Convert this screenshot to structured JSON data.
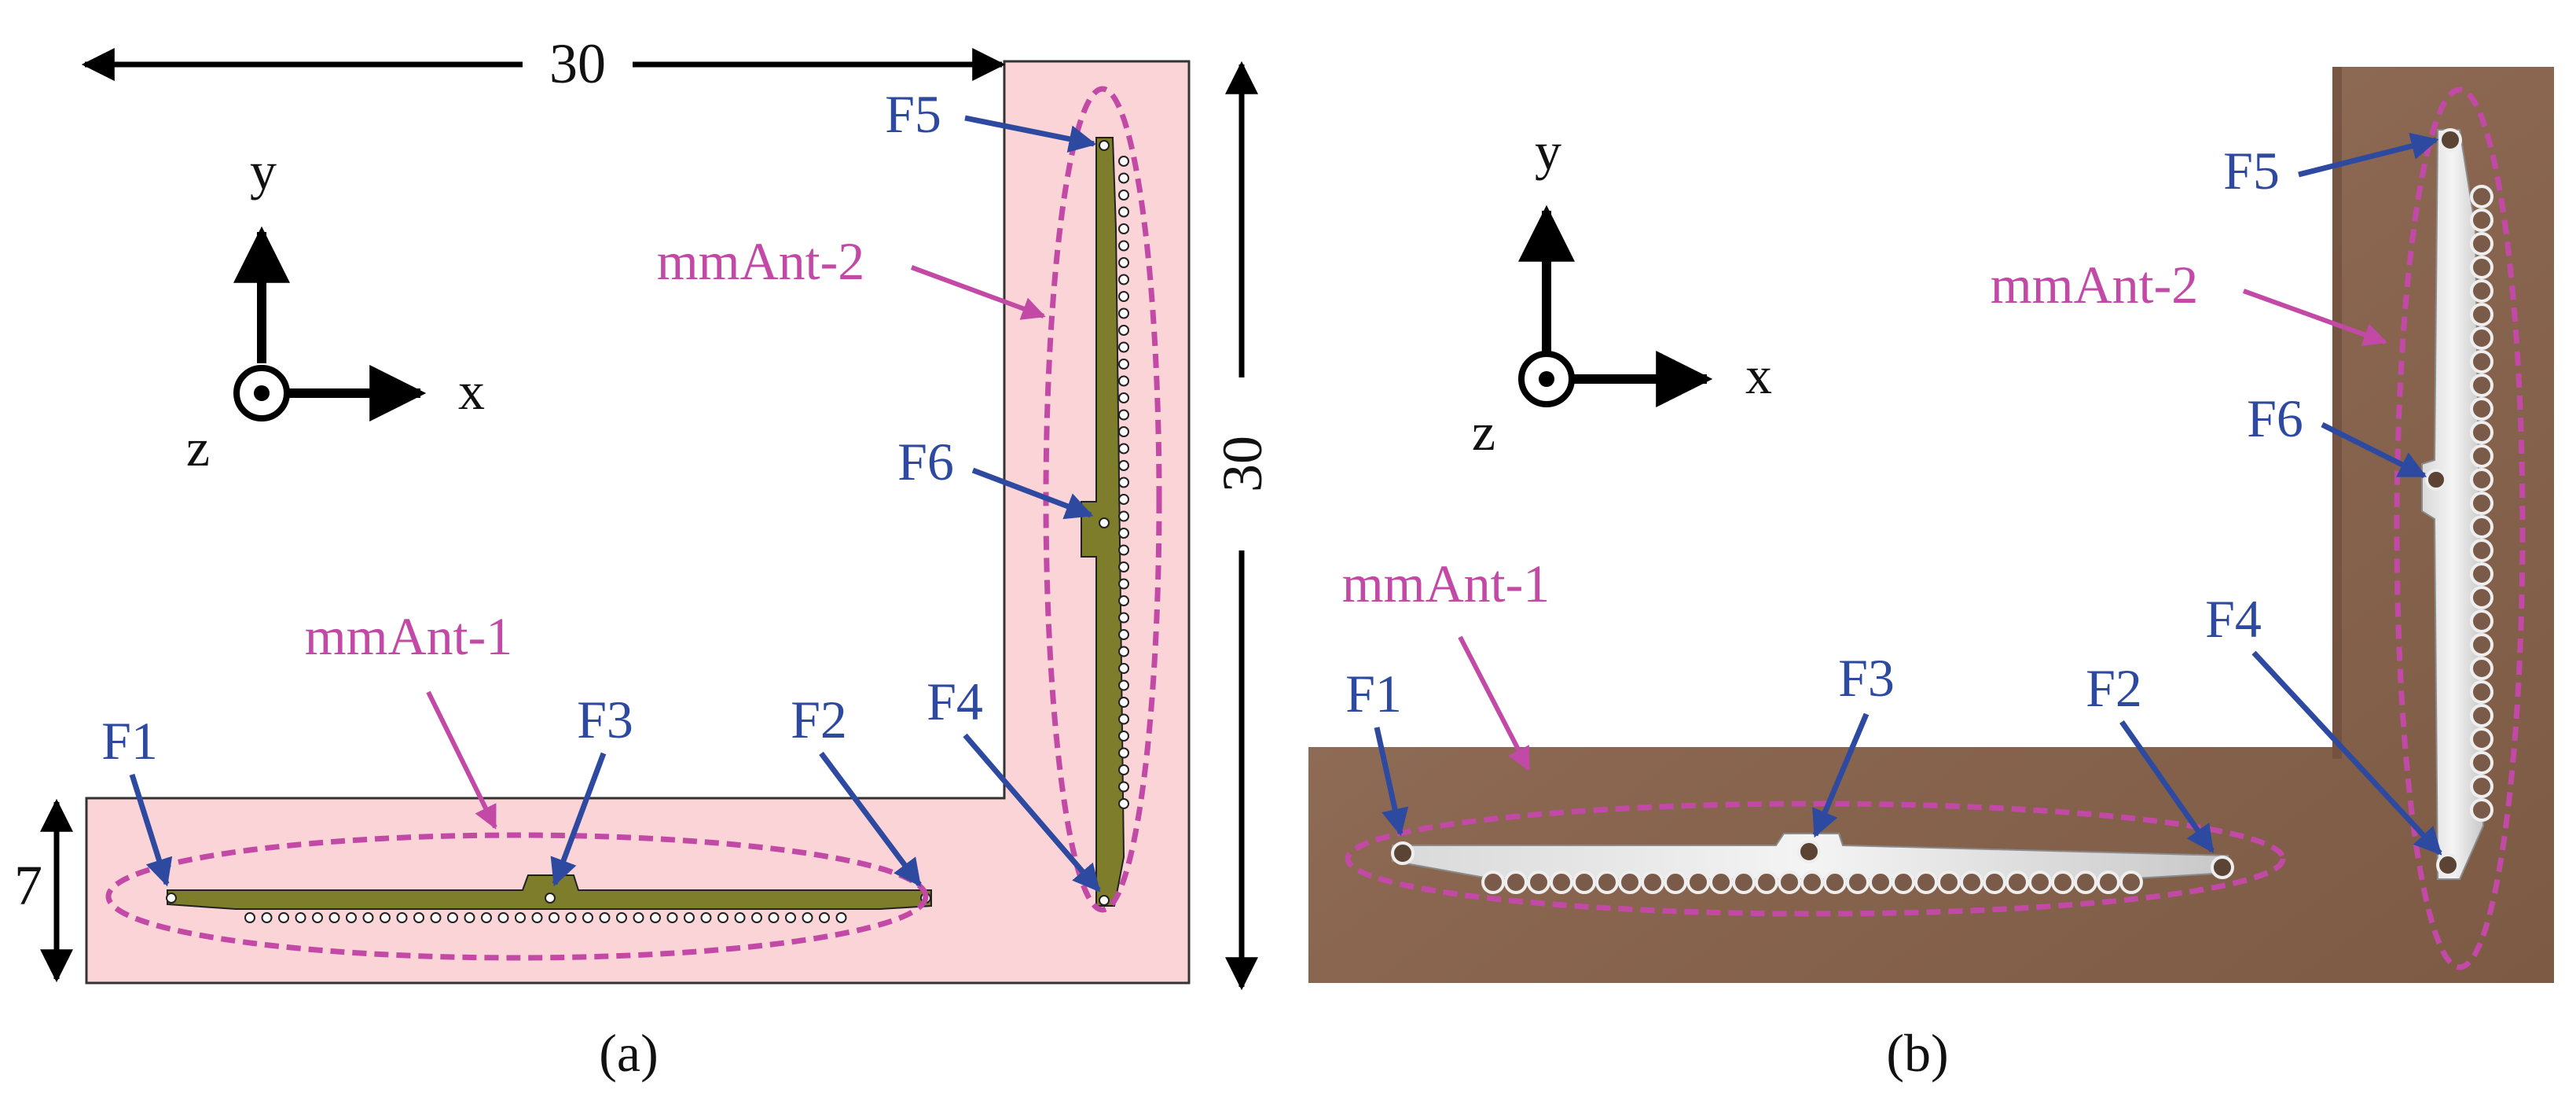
{
  "colors": {
    "substrate_a": "#fad4d6",
    "trace": "#7e7d2c",
    "feed_arrow": "#2e4aa0",
    "antenna_marker": "#c24aa6",
    "photo_board": "#8e6a55"
  },
  "panel_a": {
    "caption": "(a)",
    "dim_width": "30",
    "dim_height": "30",
    "dim_thickness": "7",
    "axis_x": "x",
    "axis_y": "y",
    "axis_z": "z",
    "antenna1_label": "mmAnt-1",
    "antenna2_label": "mmAnt-2",
    "feeds": {
      "f1": "F1",
      "f2": "F2",
      "f3": "F3",
      "f4": "F4",
      "f5": "F5",
      "f6": "F6"
    }
  },
  "panel_b": {
    "caption": "(b)",
    "axis_x": "x",
    "axis_y": "y",
    "axis_z": "z",
    "antenna1_label": "mmAnt-1",
    "antenna2_label": "mmAnt-2",
    "feeds": {
      "f1": "F1",
      "f2": "F2",
      "f3": "F3",
      "f4": "F4",
      "f5": "F5",
      "f6": "F6"
    }
  }
}
